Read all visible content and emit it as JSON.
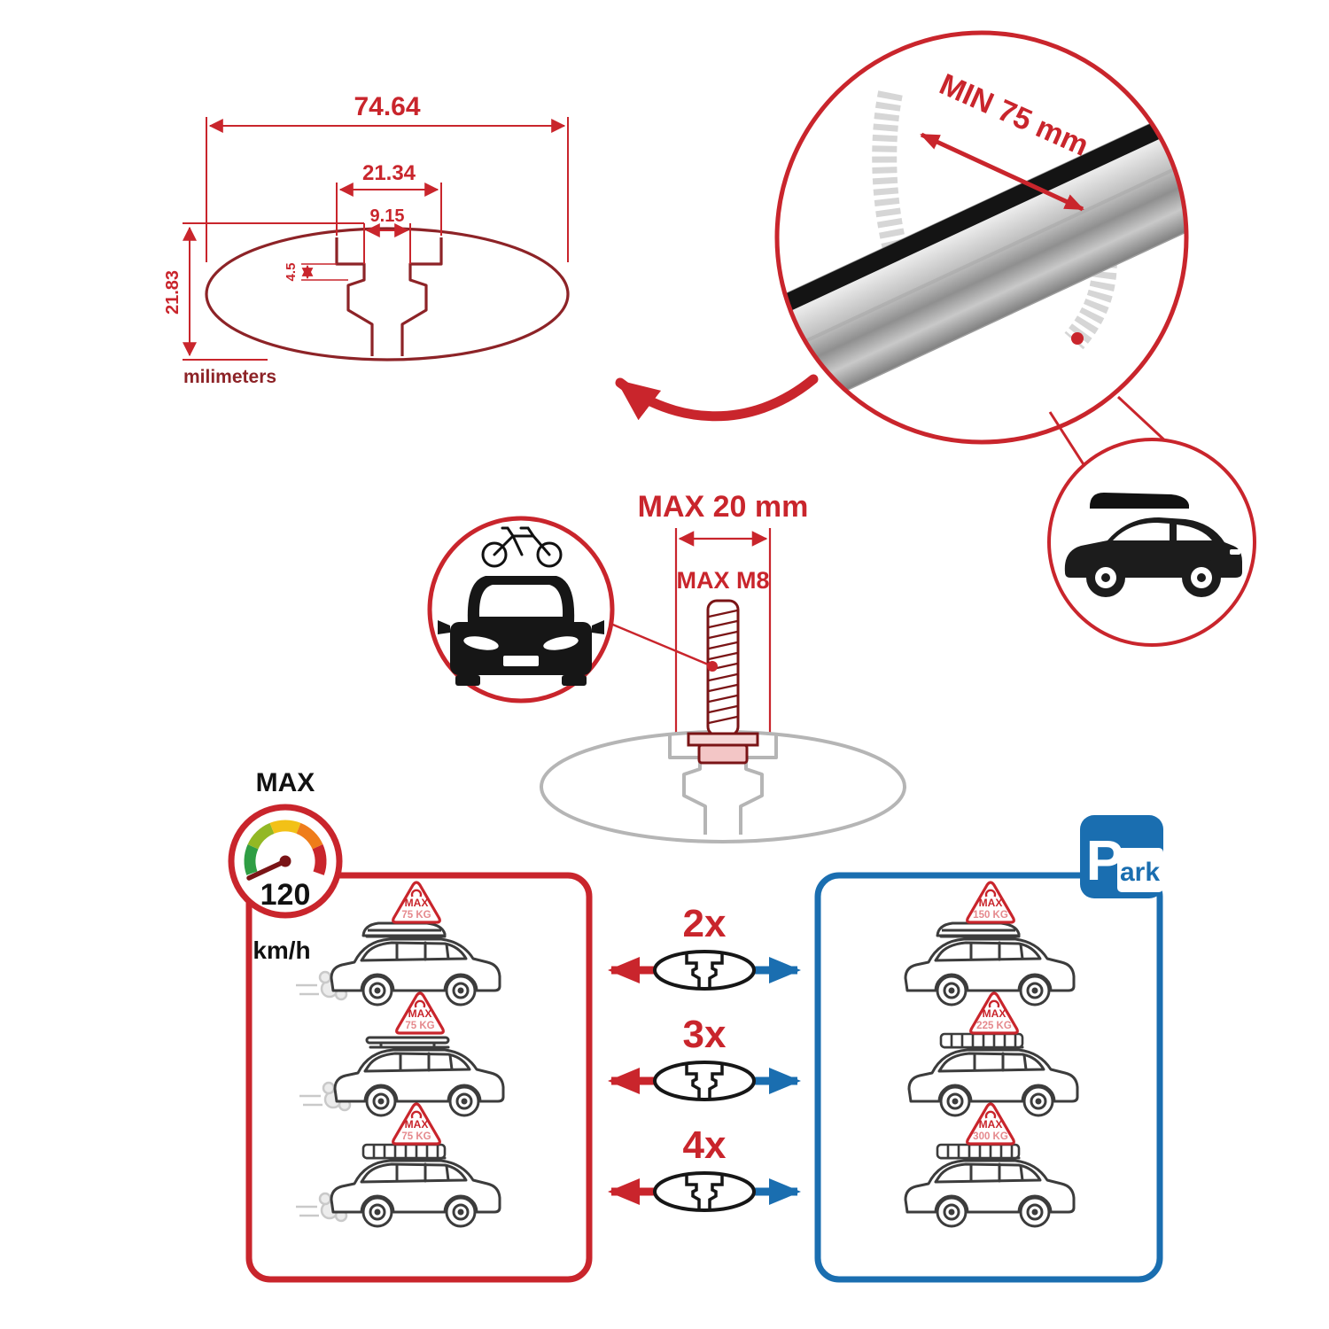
{
  "colors": {
    "red": "#c9252c",
    "dark_red": "#7a1416",
    "maroon": "#8d2327",
    "blue": "#1a6eb0",
    "profile_gray": "#b5b5b5",
    "ink": "#111111"
  },
  "cross_section": {
    "total_width": "74.64",
    "recess_width": "21.34",
    "slot_width": "9.15",
    "lip_depth": "4.5",
    "total_height": "21.83",
    "units_label": "milimeters"
  },
  "bar_detail": {
    "min_span": "MIN 75 mm"
  },
  "bolt_detail": {
    "max_width": "MAX 20 mm",
    "max_thread": "MAX M8"
  },
  "speed_gauge": {
    "label": "MAX",
    "value": "120",
    "units": "km/h"
  },
  "parking_sign": {
    "letter": "P",
    "suffix": "ark"
  },
  "left_panel": {
    "cars": [
      {
        "badge_title": "MAX",
        "badge_weight": "75 KG"
      },
      {
        "badge_title": "MAX",
        "badge_weight": "75 KG"
      },
      {
        "badge_title": "MAX",
        "badge_weight": "75 KG"
      }
    ]
  },
  "right_panel": {
    "cars": [
      {
        "badge_title": "MAX",
        "badge_weight": "150 KG"
      },
      {
        "badge_title": "MAX",
        "badge_weight": "225 KG"
      },
      {
        "badge_title": "MAX",
        "badge_weight": "300 KG"
      }
    ]
  },
  "bar_counts": [
    {
      "label": "2x"
    },
    {
      "label": "3x"
    },
    {
      "label": "4x"
    }
  ]
}
